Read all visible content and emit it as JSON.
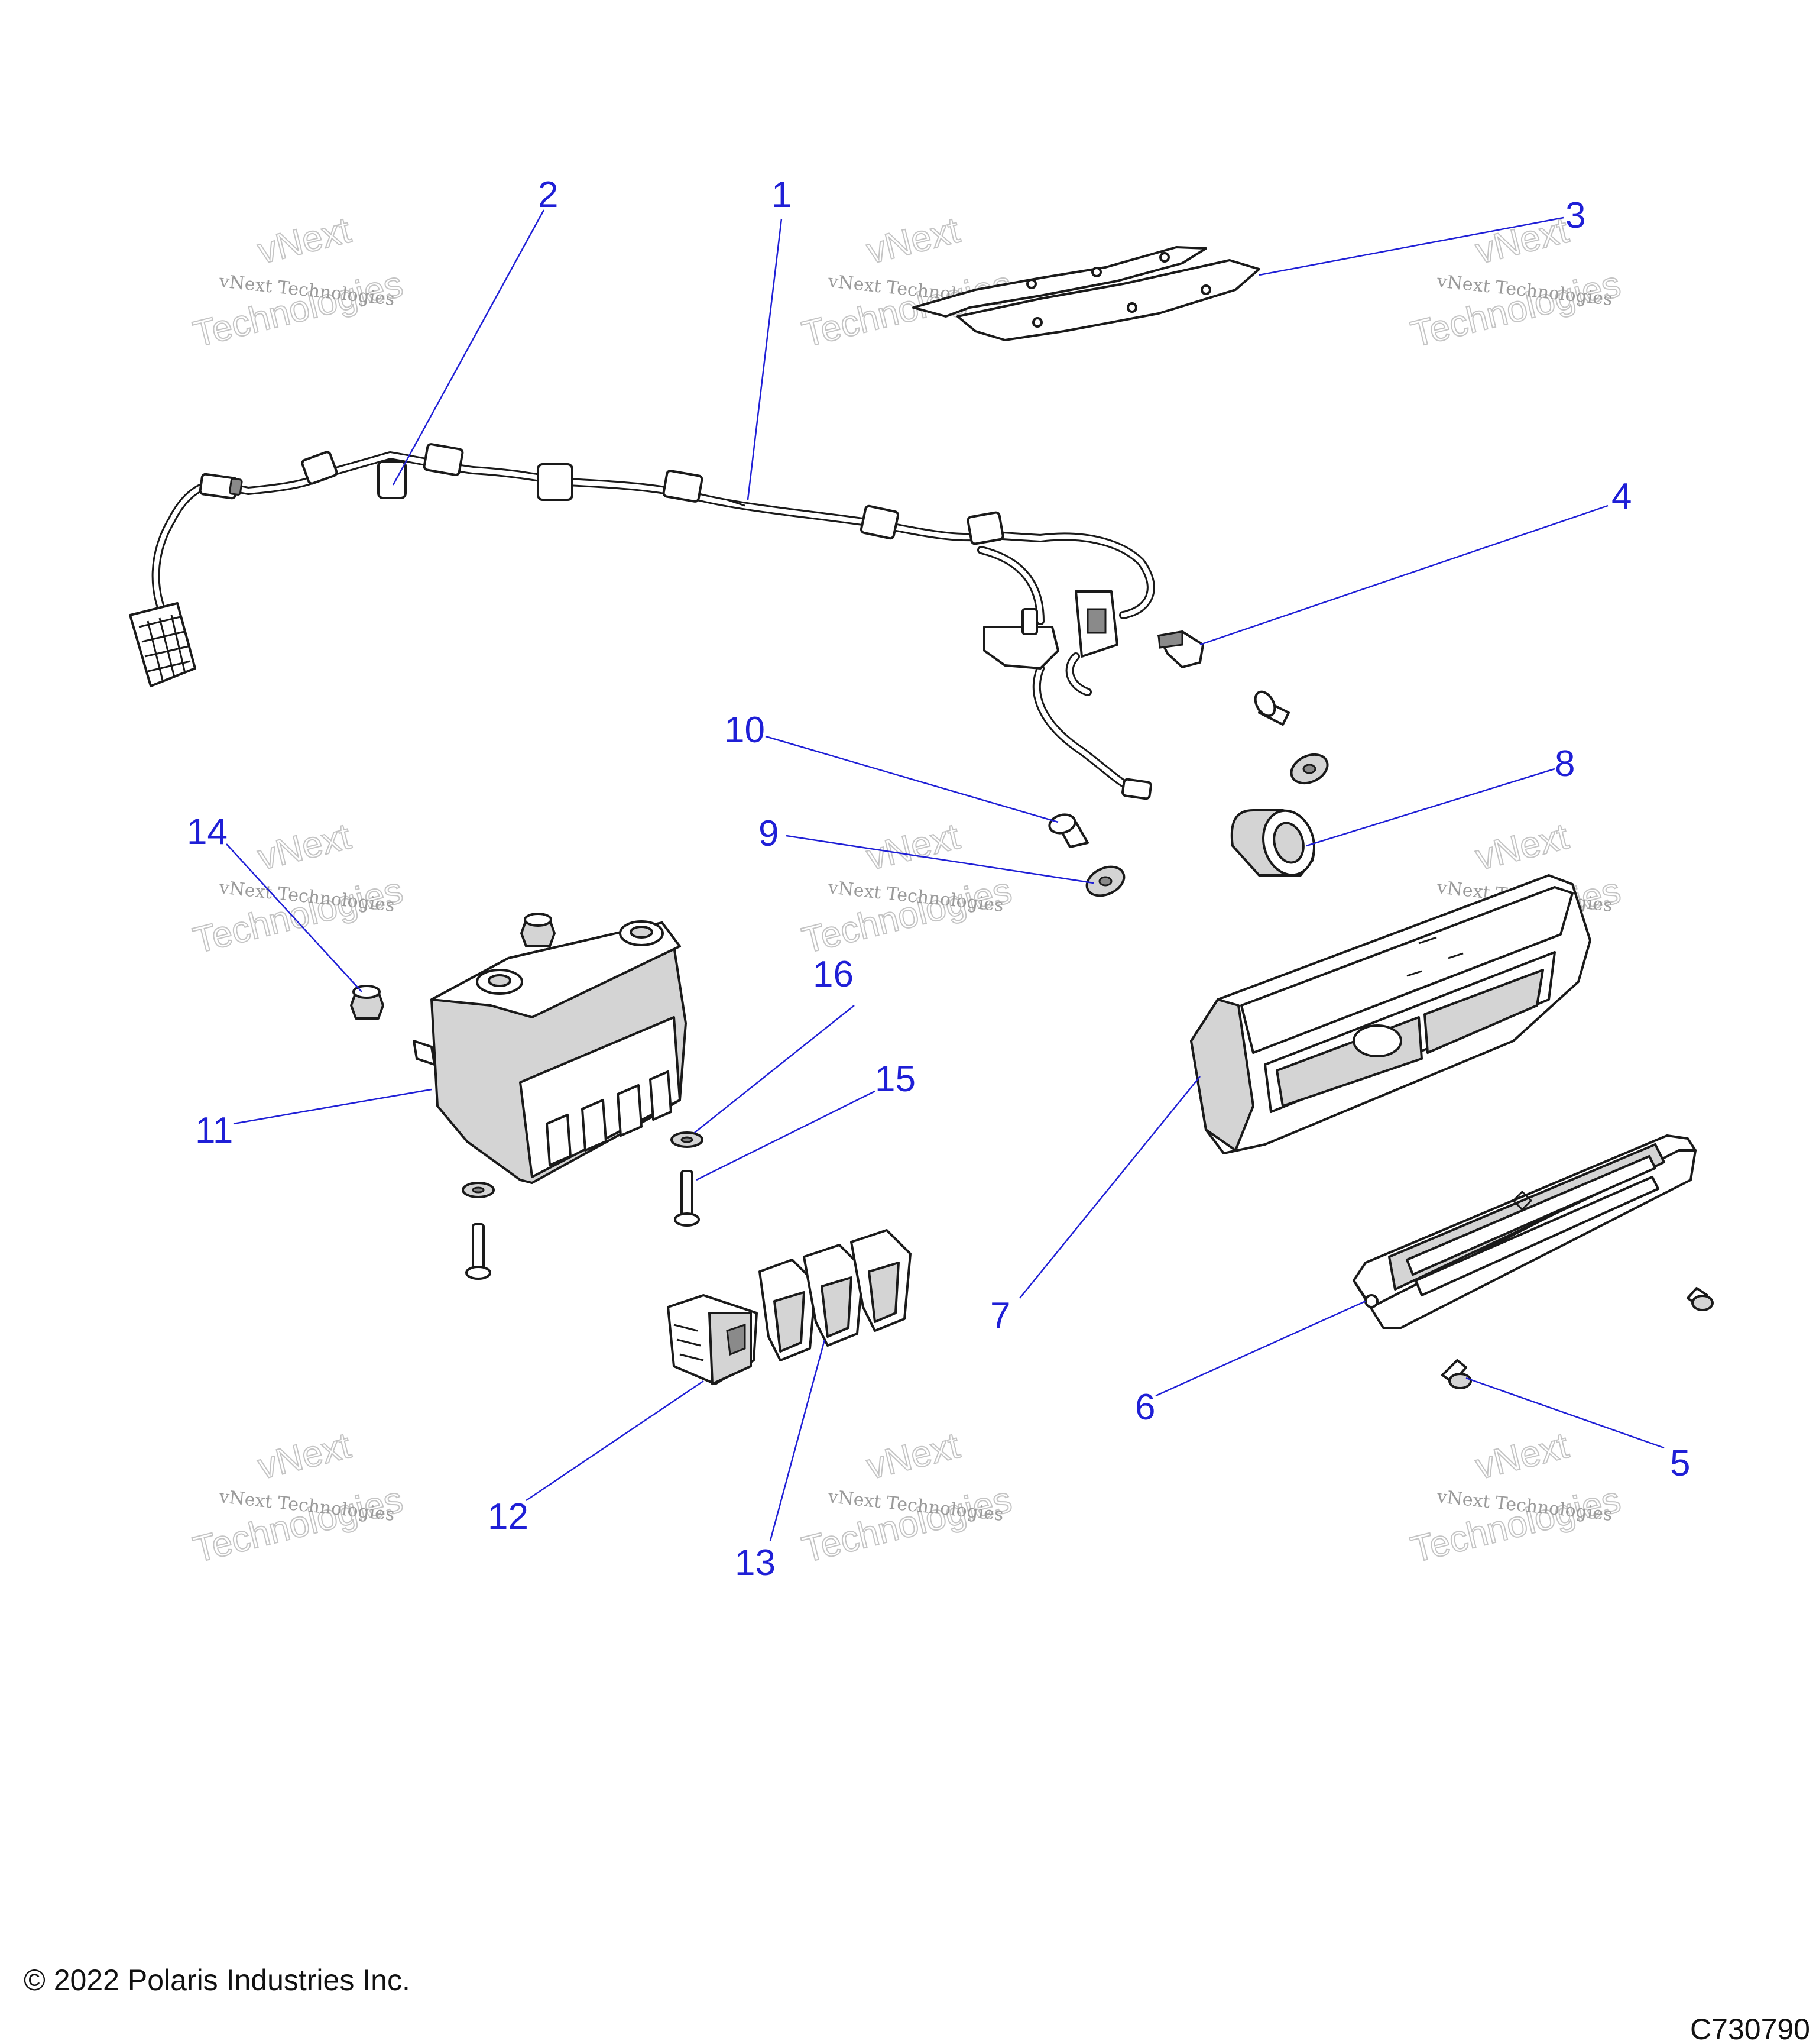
{
  "diagram": {
    "callouts": [
      "1",
      "2",
      "3",
      "4",
      "5",
      "6",
      "7",
      "8",
      "9",
      "10",
      "11",
      "12",
      "13",
      "14",
      "15",
      "16"
    ],
    "watermark": {
      "line1": "vNext Technologies",
      "line2": "vNext",
      "line3": "Technologies"
    },
    "copyright": "© 2022 Polaris Industries Inc.",
    "figure_id": "C730790",
    "colors": {
      "callout": "#1f1fd6",
      "line_art": "#1a1a1a",
      "shading": "#d4d4d4"
    }
  }
}
